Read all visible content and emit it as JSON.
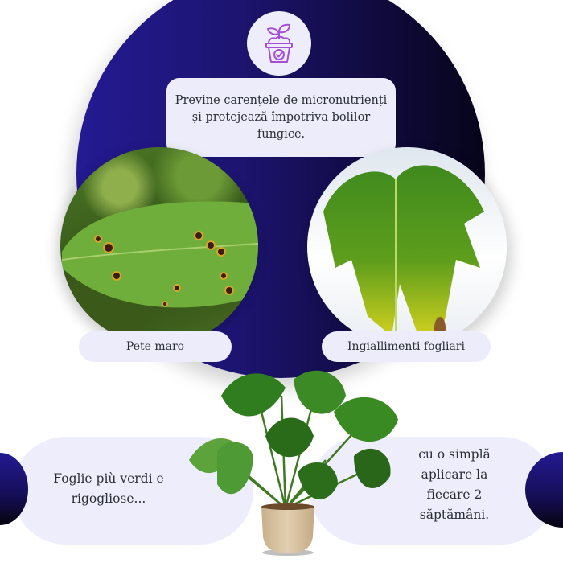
{
  "header": {
    "icon": "plant-pot-check-icon",
    "headline": "Previne carențele de micronutrienți și protejează împotriva bolilor fungice."
  },
  "images": [
    {
      "name": "leaf-brown-spots-photo",
      "caption": "Pete maro"
    },
    {
      "name": "leaf-yellowing-photo",
      "caption": "Ingiallimenti fogliari"
    }
  ],
  "benefits": {
    "left": "Foglie più verdi e rigogliose...",
    "right": "cu o simplă aplicare la fiecare 2 săptămâni."
  },
  "product_image": "monstera-plant-in-pot",
  "colors": {
    "blob_start": "#241a93",
    "blob_end": "#07041a",
    "panel": "#edecfb",
    "icon_stroke": "#a54fd6",
    "text": "#2a2f36"
  }
}
